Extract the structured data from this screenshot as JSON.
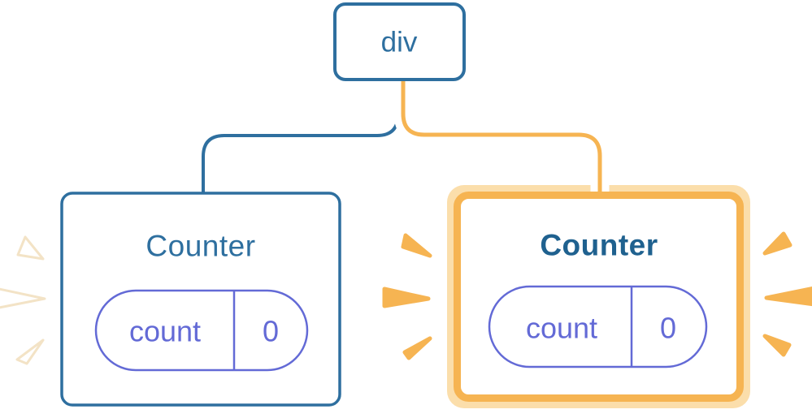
{
  "diagram": {
    "root": {
      "label": "div"
    },
    "left_counter": {
      "title": "Counter",
      "state_key": "count",
      "state_value": "0"
    },
    "right_counter": {
      "title": "Counter",
      "state_key": "count",
      "state_value": "0"
    },
    "colors": {
      "blue": "#2E6F9F",
      "blue_dark": "#1F618F",
      "indigo": "#636AD6",
      "orange": "#F6B452",
      "orange_light": "#FBDEAB",
      "spark_white": "#FFFFFF",
      "spark_white_edge": "#F3E3C6",
      "casing_white": "#FFFFFF",
      "card_fill": "#FFFFFF"
    }
  }
}
